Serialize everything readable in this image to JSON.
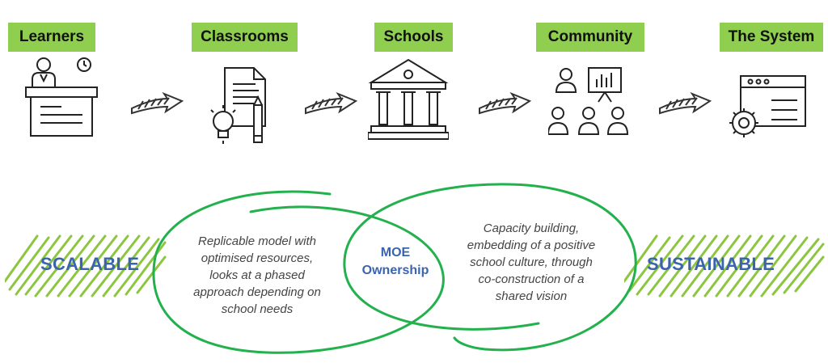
{
  "stages": [
    {
      "label": "Learners",
      "icon": "learner-desk-icon"
    },
    {
      "label": "Classrooms",
      "icon": "classroom-lightbulb-icon"
    },
    {
      "label": "Schools",
      "icon": "school-building-icon"
    },
    {
      "label": "Community",
      "icon": "community-presentation-icon"
    },
    {
      "label": "The System",
      "icon": "system-gear-window-icon"
    }
  ],
  "arrow_icon": "brush-arrow-icon",
  "left": {
    "label": "SCALABLE",
    "description": [
      "Replicable model with",
      "optimised resources,",
      "looks at a phased",
      "approach depending on",
      "school needs"
    ]
  },
  "center": {
    "line1": "MOE",
    "line2": "Ownership"
  },
  "right": {
    "label": "SUSTAINABLE",
    "description": [
      "Capacity building,",
      "embedding of a positive",
      "school culture, through",
      "co-construction of a",
      "shared vision"
    ]
  },
  "colors": {
    "label_bg": "#8fce4f",
    "accent_green": "#22b14c",
    "hatch_green": "#8cc63f",
    "blue_text": "#3b64b0"
  }
}
